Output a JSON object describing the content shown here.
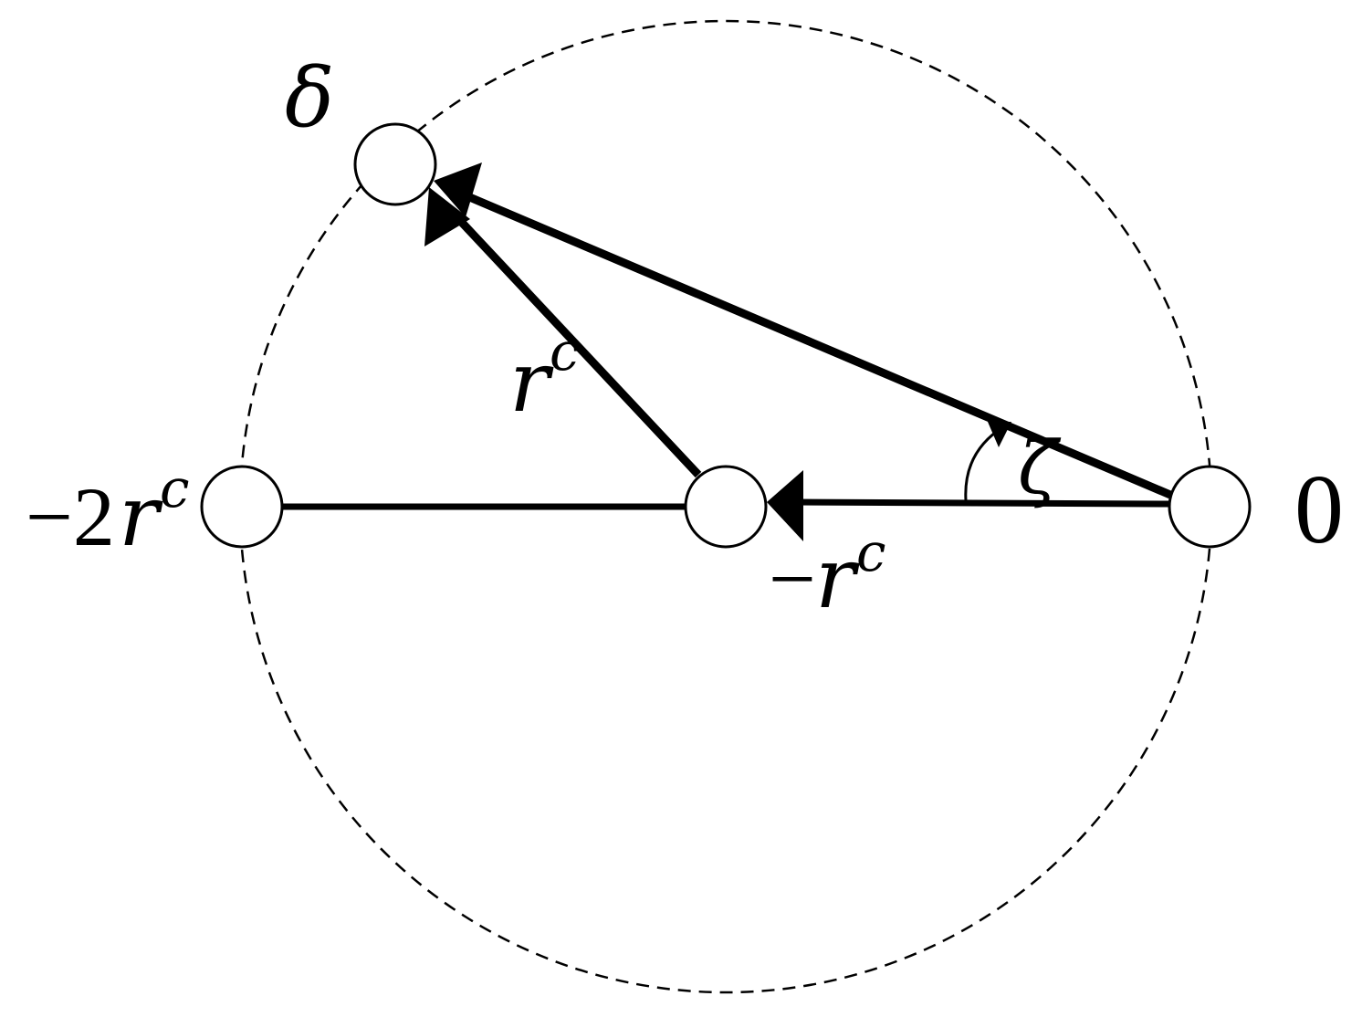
{
  "labels": {
    "delta": "δ",
    "r": "r",
    "r_sup": "c",
    "zeta": "ζ",
    "neg2r_prefix": "−2",
    "neg2r_r": "r",
    "neg2r_sup": "c",
    "negr_prefix": "−",
    "negr_r": "r",
    "negr_sup": "c",
    "zero": "0"
  },
  "colors": {
    "stroke": "#000000",
    "node_fill": "#ffffff",
    "background": "#ffffff"
  }
}
